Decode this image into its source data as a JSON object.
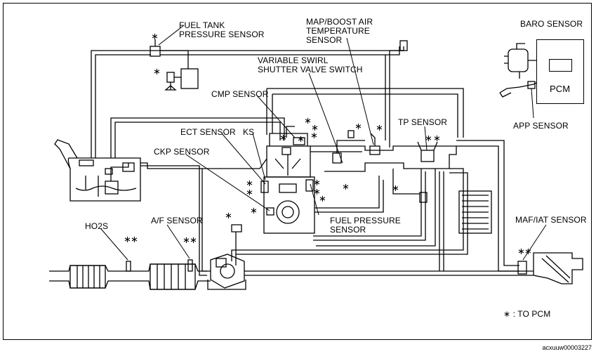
{
  "labels": {
    "fuel_tank_pressure_sensor": "FUEL TANK\nPRESSURE SENSOR",
    "map_boost": "MAP/BOOST AIR\nTEMPERATURE\nSENSOR",
    "baro_sensor": "BARO SENSOR",
    "variable_swirl": "VARIABLE SWIRL\nSHUTTER VALVE SWITCH",
    "pcm": "PCM",
    "cmp_sensor": "CMP SENSOR",
    "app_sensor": "APP SENSOR",
    "ect_sensor": "ECT SENSOR",
    "ks": "KS",
    "tp_sensor": "TP SENSOR",
    "ckp_sensor": "CKP SENSOR",
    "fuel_pressure_sensor": "FUEL PRESSURE\nSENSOR",
    "ho2s": "HO2S",
    "af_sensor": "A/F SENSOR",
    "maf_iat_sensor": "MAF/IAT SENSOR"
  },
  "legend": {
    "symbol": "∗",
    "text": ": TO PCM"
  },
  "image_code": "acxuuw00003227"
}
